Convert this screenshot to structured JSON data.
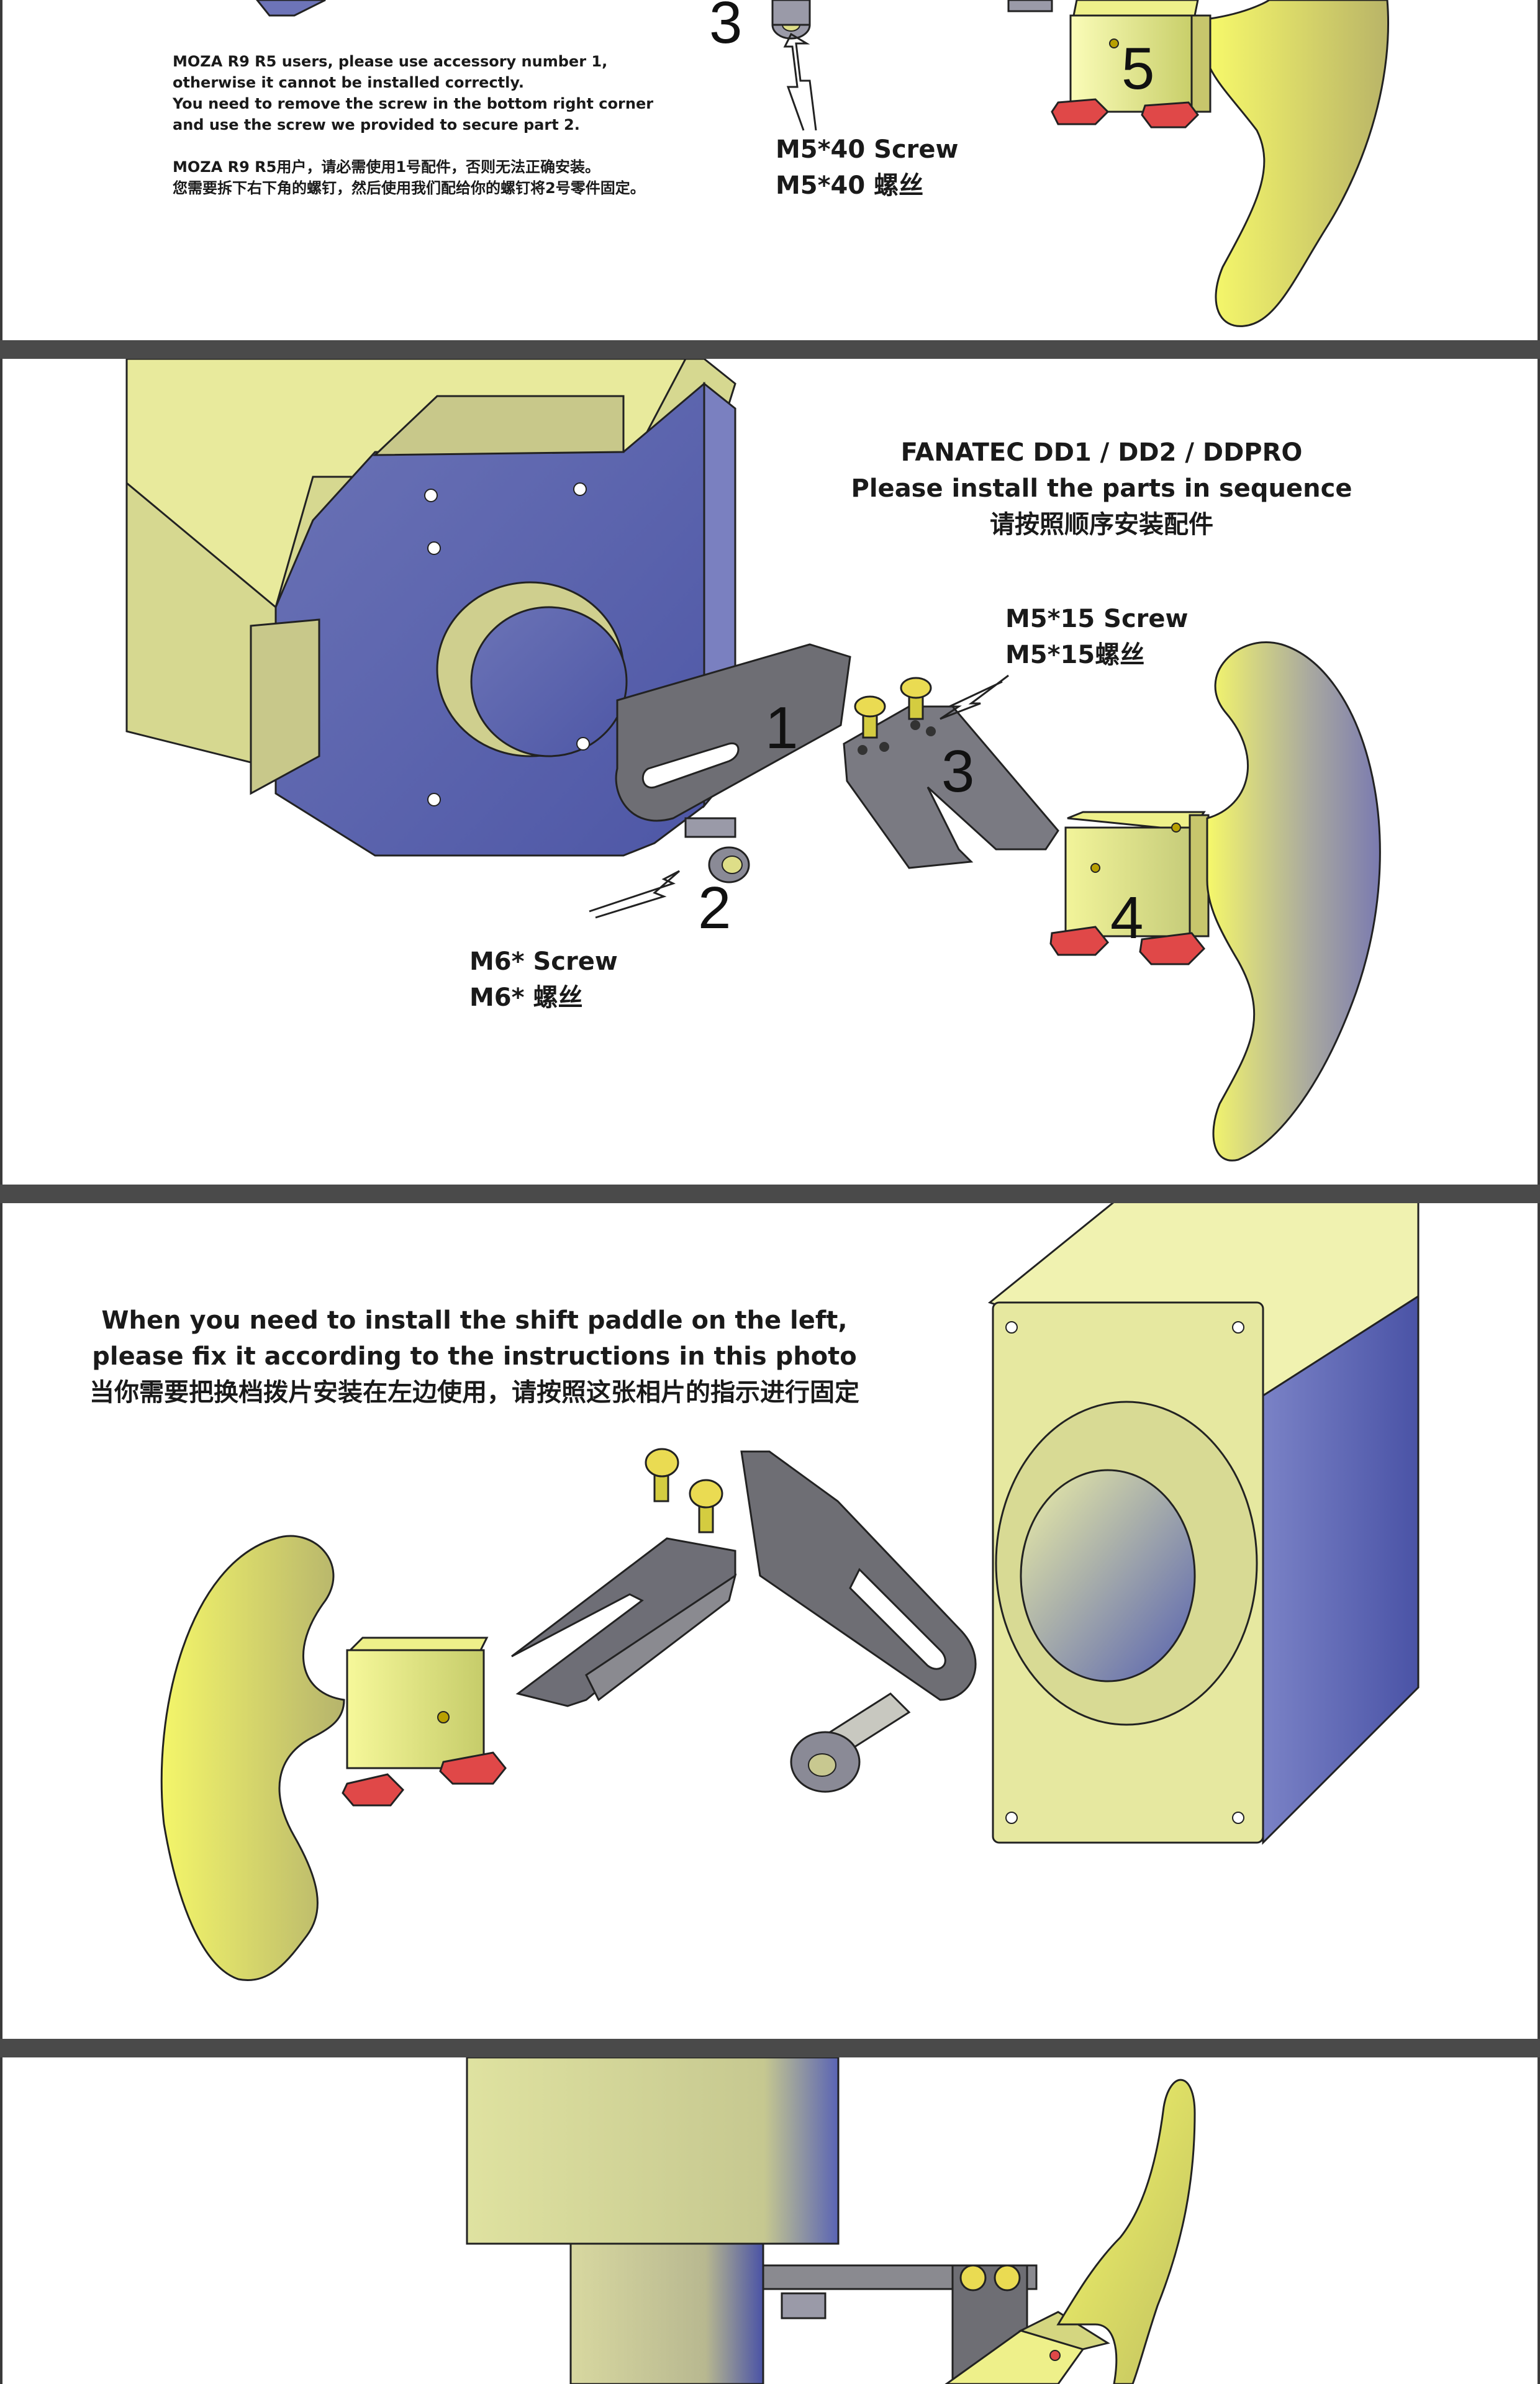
{
  "panel1": {
    "note_lines": [
      "MOZA R9 R5 users, please use accessory number 1,",
      "otherwise it cannot be installed correctly.",
      "You need to remove the screw in the bottom right corner",
      "and use the screw we provided to secure part 2."
    ],
    "note_cn_lines": [
      "MOZA R9 R5用户，请必需使用1号配件，否则无法正确安装。",
      "您需要拆下右下角的螺钉，然后使用我们配给你的螺钉将2号零件固定。"
    ],
    "screw_label": "M5*40 Screw",
    "screw_label_cn": "M5*40 螺丝",
    "part_numbers": [
      "3",
      "5"
    ]
  },
  "panel2": {
    "title_lines": [
      "FANATEC DD1 / DD2 / DDPRO",
      "Please install the parts in sequence",
      "请按照顺序安装配件"
    ],
    "screw_top_label": "M5*15 Screw",
    "screw_top_label_cn": "M5*15螺丝",
    "screw_bottom_label": "M6* Screw",
    "screw_bottom_label_cn": "M6* 螺丝",
    "part_numbers": [
      "1",
      "2",
      "3",
      "4"
    ]
  },
  "panel3": {
    "title_lines": [
      "When you need to install the shift paddle on the left,",
      "please fix it according to the instructions in this photo",
      "当你需要把换档拨片安装在左边使用，请按照这张相片的指示进行固定"
    ]
  },
  "colors": {
    "yellow_face": "#eef08a",
    "olive": "#c8c88a",
    "blue": "#5a64b4",
    "gray_part": "#6e6e74",
    "red_knob": "#e04848",
    "separator": "#4a4a4a"
  }
}
